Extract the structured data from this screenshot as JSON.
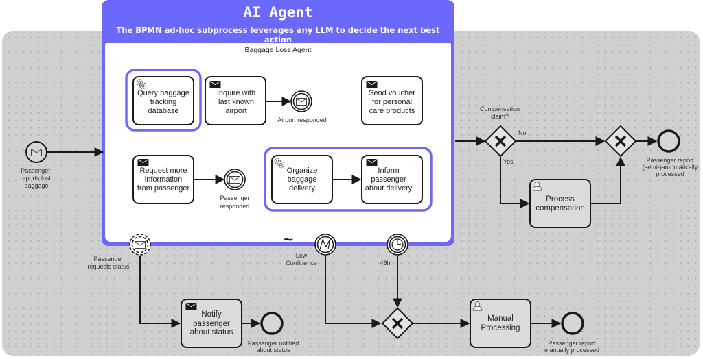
{
  "agent": {
    "title": "AI Agent",
    "subtitle": "The BPMN ad-hoc subprocess leverages any LLM to decide the next best action",
    "subprocess_label": "Baggage Loss Agent",
    "accent_color": "#6b68fb",
    "adhoc_marker": "~"
  },
  "start_event": {
    "label_lines": [
      "Passenger",
      "reports lost",
      "baggage"
    ],
    "icon": "envelope-icon"
  },
  "subprocess_tasks": [
    {
      "id": "query",
      "type": "service",
      "lines": [
        "Query baggage",
        "tracking",
        "database"
      ],
      "highlighted": true
    },
    {
      "id": "inquire",
      "type": "send",
      "lines": [
        "Inquire with",
        "last known",
        "airport"
      ],
      "highlighted": false
    },
    {
      "id": "voucher",
      "type": "send",
      "lines": [
        "Send voucher",
        "for personal",
        "care products"
      ],
      "highlighted": false
    },
    {
      "id": "request",
      "type": "send",
      "lines": [
        "Request more",
        "information",
        "from passenger"
      ],
      "highlighted": false
    },
    {
      "id": "organize",
      "type": "service",
      "lines": [
        "Organize",
        "baggage",
        "delivery"
      ],
      "highlighted": true
    },
    {
      "id": "inform",
      "type": "send",
      "lines": [
        "Inform",
        "passenger",
        "about delivery"
      ],
      "highlighted": true
    }
  ],
  "subprocess_events": [
    {
      "id": "airport-responded",
      "label_lines": [
        "Airport responded"
      ]
    },
    {
      "id": "passenger-responded",
      "label_lines": [
        "Passenger",
        "responded"
      ]
    }
  ],
  "boundary_events": [
    {
      "id": "status-request",
      "type": "non-interrupting-message",
      "label_lines": [
        "Passenger",
        "requests status"
      ]
    },
    {
      "id": "low-confidence",
      "type": "error",
      "label_lines": [
        "Low",
        "Confidence"
      ]
    },
    {
      "id": "timer",
      "type": "timer",
      "label_lines": [
        "48h"
      ]
    }
  ],
  "gateways": [
    {
      "id": "compensation-claim",
      "label_lines": [
        "Compensation",
        "claim?"
      ],
      "flows": {
        "no": "No",
        "yes": "Yes"
      }
    },
    {
      "id": "merge-auto",
      "label_lines": []
    },
    {
      "id": "merge-manual",
      "label_lines": []
    }
  ],
  "outer_tasks": [
    {
      "id": "process-compensation",
      "type": "user",
      "lines": [
        "Process",
        "compensation"
      ]
    },
    {
      "id": "notify-status",
      "type": "send",
      "lines": [
        "Notify",
        "passenger",
        "about status"
      ]
    },
    {
      "id": "manual-processing",
      "type": "user",
      "lines": [
        "Manual",
        "Processing"
      ]
    }
  ],
  "end_events": [
    {
      "id": "auto-processed",
      "label_lines": [
        "Passenger report",
        "(semi-)automatically",
        "processed"
      ]
    },
    {
      "id": "notified",
      "label_lines": [
        "Passenger notified",
        "about status"
      ]
    },
    {
      "id": "manual-processed",
      "label_lines": [
        "Passenger report",
        "manually processed"
      ]
    }
  ]
}
